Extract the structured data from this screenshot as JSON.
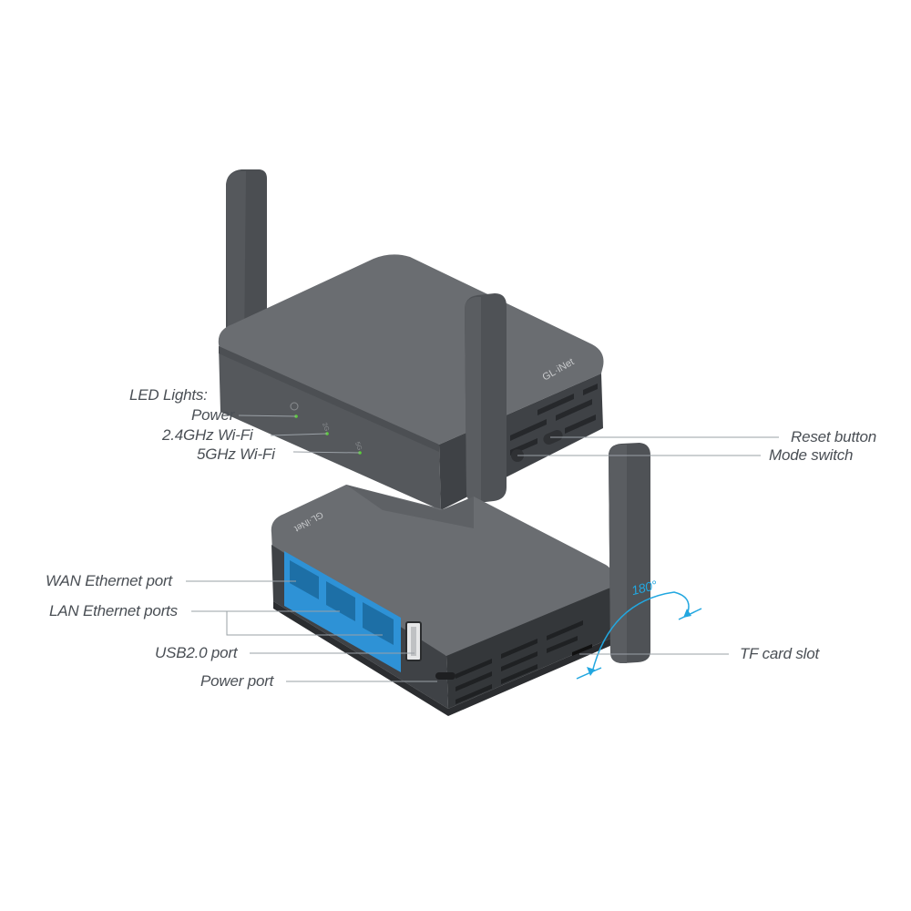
{
  "diagram": {
    "subject": "GL.iNet travel router",
    "brand_mark": "GL·iNet",
    "colors": {
      "body": "#5c5f63",
      "body_dark": "#45484c",
      "body_top": "#6a6d71",
      "port_blue": "#2e92d6",
      "led_green": "#5bd13a",
      "callout_line": "#9aa0a6",
      "label_text": "#4a4f55",
      "rotation_accent": "#22a7e0"
    },
    "led_section": {
      "heading": "LED Lights:",
      "items": [
        {
          "label": "Power",
          "glyph": "power-icon"
        },
        {
          "label": "2.4GHz Wi-Fi",
          "glyph": "2G"
        },
        {
          "label": "5GHz Wi-Fi",
          "glyph": "5G"
        }
      ]
    },
    "side_controls": [
      {
        "label": "Reset button"
      },
      {
        "label": "Mode switch"
      }
    ],
    "rear_ports": [
      {
        "label": "WAN Ethernet port"
      },
      {
        "label": "LAN Ethernet ports"
      },
      {
        "label": "USB2.0 port"
      },
      {
        "label": "Power port"
      }
    ],
    "tf_slot": {
      "label": "TF card slot"
    },
    "antenna_rotation": {
      "label": "180°"
    }
  }
}
